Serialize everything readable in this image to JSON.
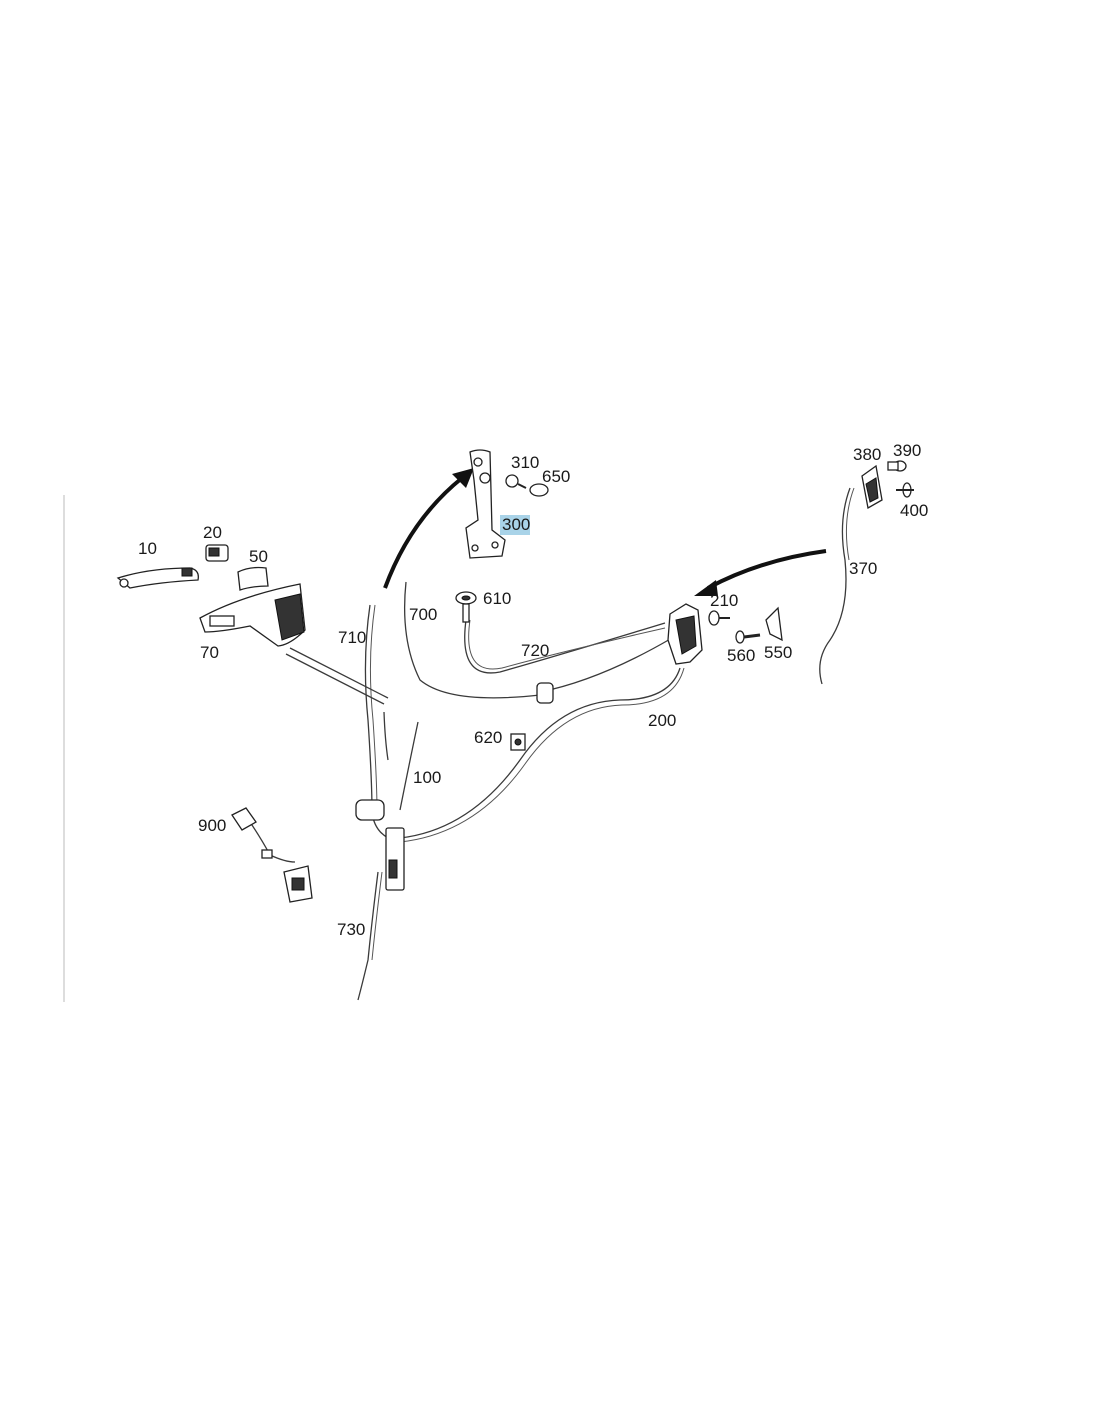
{
  "diagram": {
    "highlight_color": "#a9d3e8",
    "labels": [
      {
        "id": "10",
        "text": "10"
      },
      {
        "id": "20",
        "text": "20"
      },
      {
        "id": "50",
        "text": "50"
      },
      {
        "id": "70",
        "text": "70"
      },
      {
        "id": "100",
        "text": "100"
      },
      {
        "id": "200",
        "text": "200"
      },
      {
        "id": "210",
        "text": "210"
      },
      {
        "id": "300",
        "text": "300",
        "highlighted": true
      },
      {
        "id": "310",
        "text": "310"
      },
      {
        "id": "370",
        "text": "370"
      },
      {
        "id": "380",
        "text": "380"
      },
      {
        "id": "390",
        "text": "390"
      },
      {
        "id": "400",
        "text": "400"
      },
      {
        "id": "550",
        "text": "550"
      },
      {
        "id": "560",
        "text": "560"
      },
      {
        "id": "610",
        "text": "610"
      },
      {
        "id": "620",
        "text": "620"
      },
      {
        "id": "650",
        "text": "650"
      },
      {
        "id": "700",
        "text": "700"
      },
      {
        "id": "710",
        "text": "710"
      },
      {
        "id": "720",
        "text": "720"
      },
      {
        "id": "730",
        "text": "730"
      },
      {
        "id": "900",
        "text": "900"
      }
    ]
  }
}
